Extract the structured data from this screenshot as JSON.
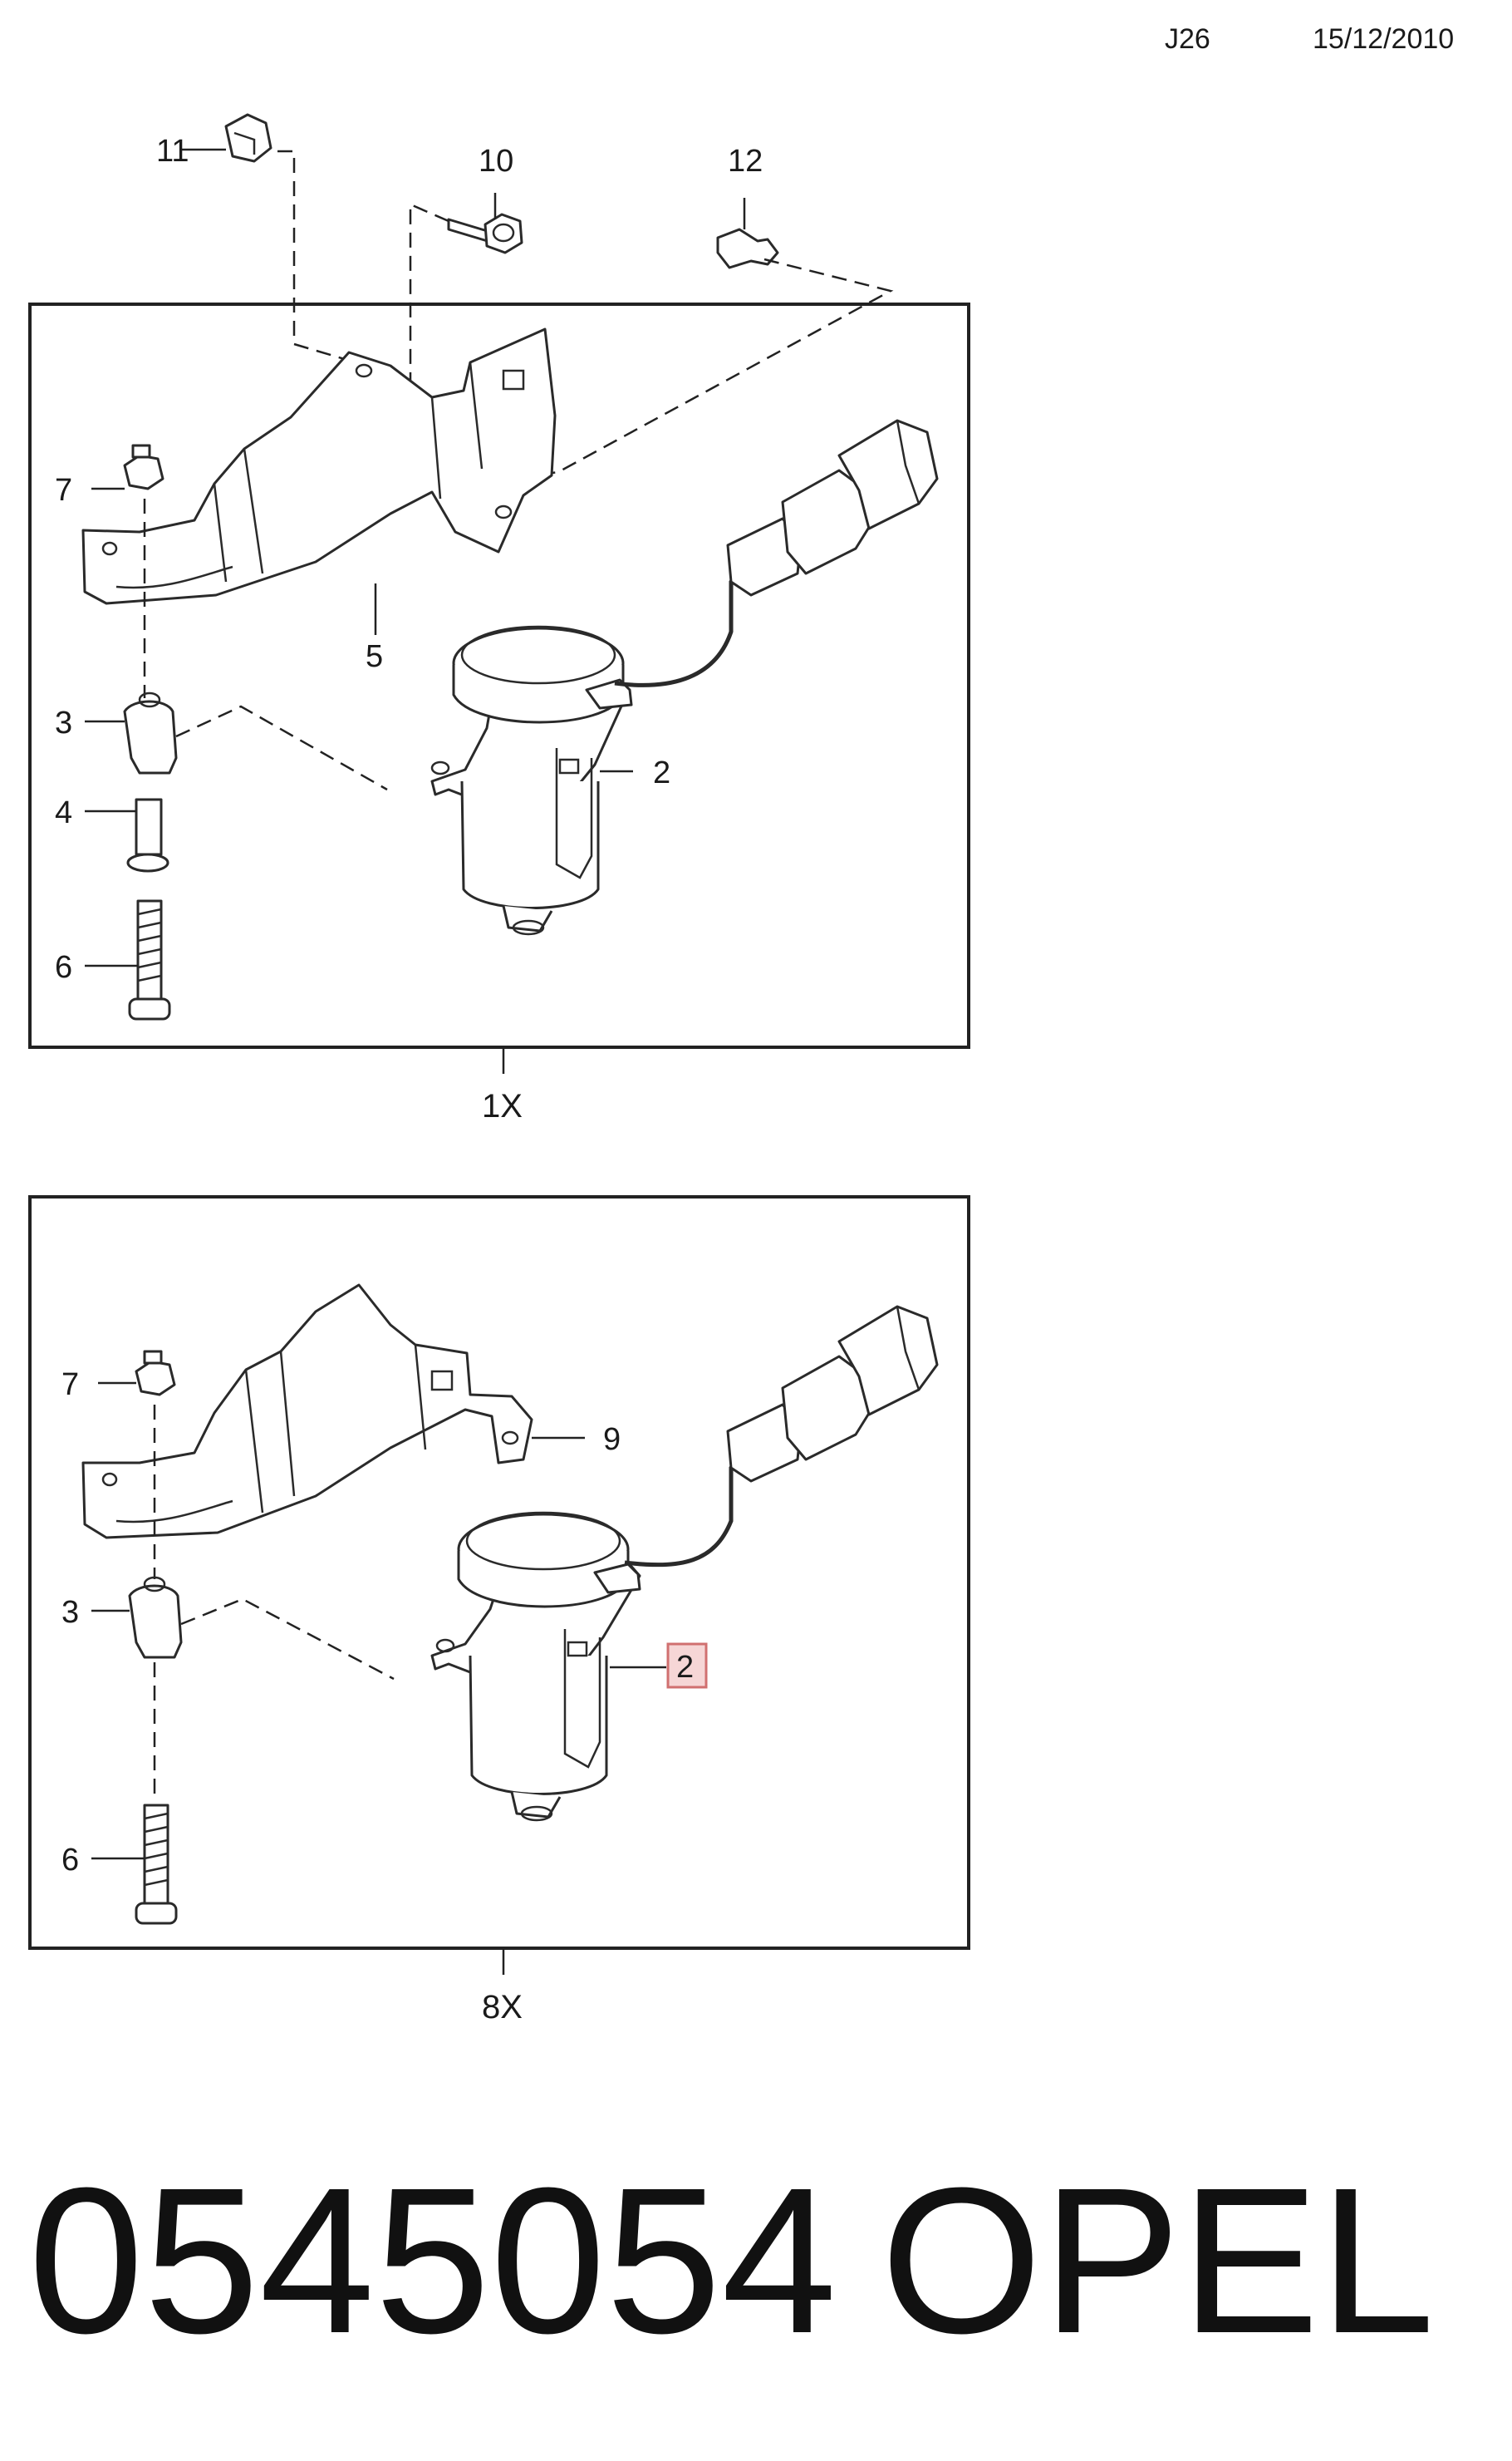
{
  "header": {
    "page_code": "J26",
    "date": "15/12/2010"
  },
  "panels": [
    {
      "quantity": "1X",
      "callouts": [
        {
          "num": "11"
        },
        {
          "num": "10"
        },
        {
          "num": "12"
        },
        {
          "num": "7"
        },
        {
          "num": "5"
        },
        {
          "num": "3"
        },
        {
          "num": "2"
        },
        {
          "num": "4"
        },
        {
          "num": "6"
        }
      ]
    },
    {
      "quantity": "8X",
      "callouts": [
        {
          "num": "7"
        },
        {
          "num": "9"
        },
        {
          "num": "3"
        },
        {
          "num": "2",
          "highlighted": true
        },
        {
          "num": "6"
        }
      ]
    }
  ],
  "footer": {
    "part_number": "0545054",
    "brand": "OPEL"
  },
  "colors": {
    "highlight_fill": "#f6d6d6",
    "highlight_border": "#d07070",
    "line": "#222222"
  }
}
